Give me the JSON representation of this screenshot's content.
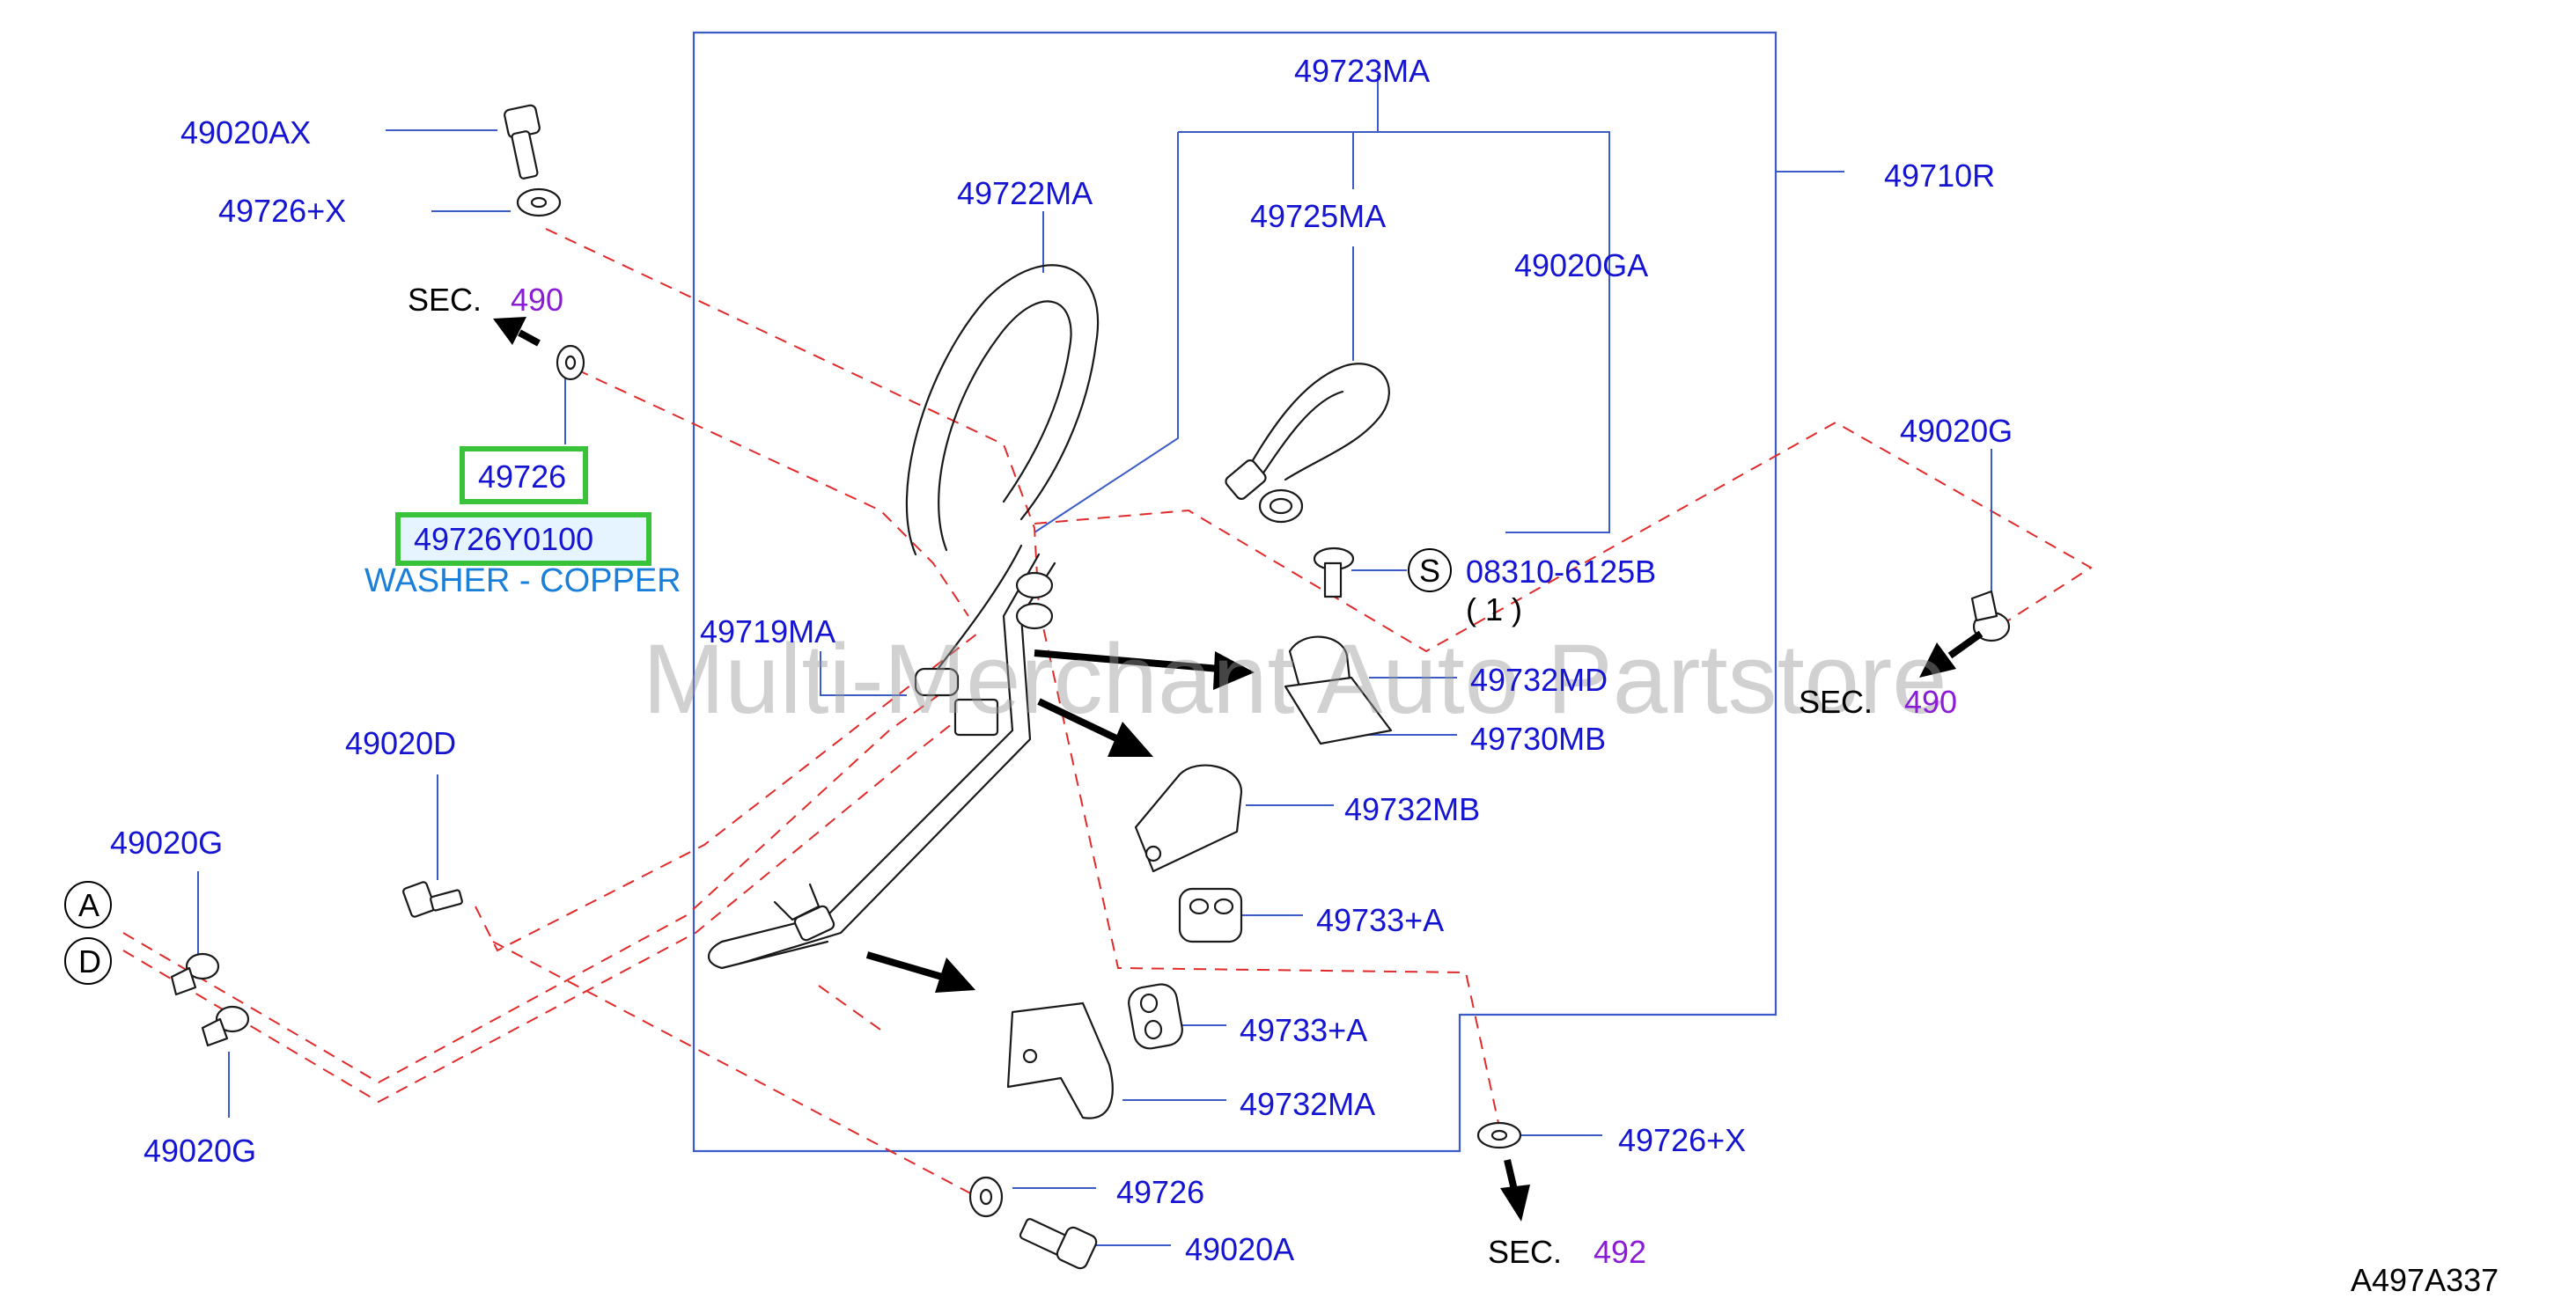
{
  "diagram_id": "A497A337",
  "watermark": "Multi-Merchant Auto Partstore",
  "highlight_part": "49726",
  "highlight_part_number": "49726Y0100",
  "highlight_description": "WASHER - COPPER",
  "labels": {
    "p49020AX": "49020AX",
    "p49726X_top": "49726+X",
    "sec_label_1": "SEC.",
    "sec_num_1": "490",
    "p49723MA": "49723MA",
    "p49722MA": "49722MA",
    "p49725MA": "49725MA",
    "p49020GA": "49020GA",
    "p49710R": "49710R",
    "p49020G_right": "49020G",
    "sec_label_2": "SEC.",
    "sec_num_2": "490",
    "s_mark": "S",
    "p08310": "08310-6125B",
    "qty": "( 1 )",
    "p49719MA": "49719MA",
    "p49732MD": "49732MD",
    "p49730MB": "49730MB",
    "p49020D": "49020D",
    "p49020G_left_top": "49020G",
    "circle_a": "A",
    "circle_d": "D",
    "p49020G_left_bottom": "49020G",
    "p49732MB": "49732MB",
    "p49733A_1": "49733+A",
    "p49733A_2": "49733+A",
    "p49732MA": "49732MA",
    "p49726X_bottom": "49726+X",
    "p49726_bottom": "49726",
    "p49020A": "49020A",
    "sec_label_3": "SEC.",
    "sec_num_3": "492"
  },
  "colors": {
    "label_blue": "#1414d2",
    "section_purple": "#8a1cd6",
    "leader_blue": "#3a5bc8",
    "dashed_red": "#e22a2a",
    "highlight_green": "#39c33a",
    "description_cyan": "#1a7fd9"
  }
}
